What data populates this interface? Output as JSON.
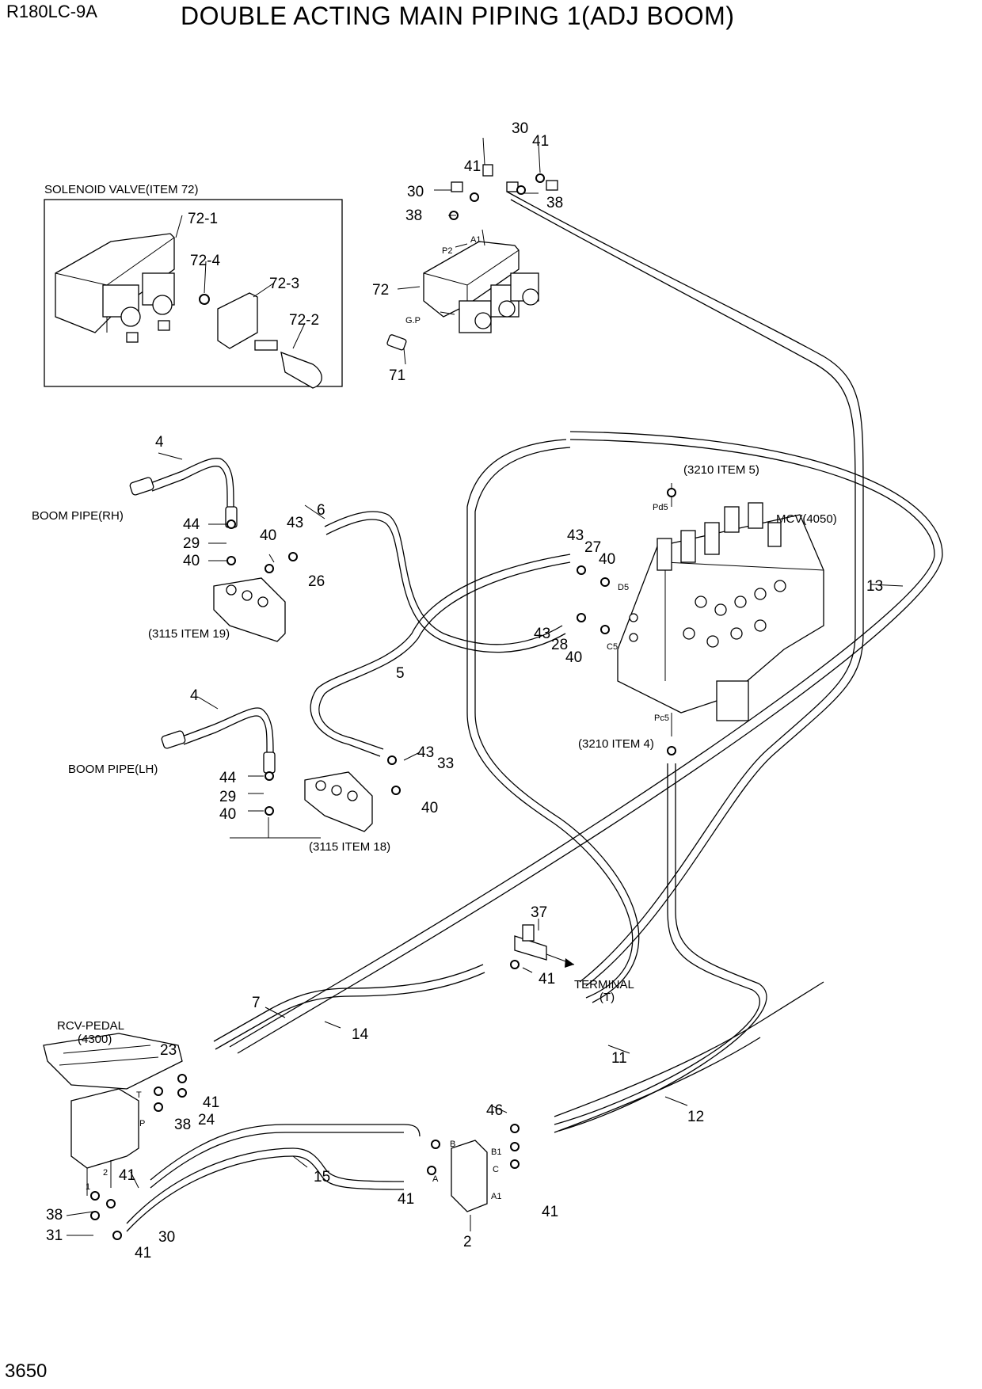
{
  "header": {
    "model": "R180LC-9A",
    "title": "DOUBLE ACTING MAIN PIPING 1(ADJ BOOM)"
  },
  "footer": {
    "page_number": "3650"
  },
  "inset": {
    "title": "SOLENOID VALVE(ITEM 72)"
  },
  "labels": {
    "boom_pipe_rh": "BOOM PIPE(RH)",
    "boom_pipe_lh": "BOOM PIPE(LH)",
    "ref_3115_19": "(3115 ITEM 19)",
    "ref_3115_18": "(3115 ITEM 18)",
    "ref_3210_5": "(3210 ITEM 5)",
    "ref_3210_4": "(3210 ITEM 4)",
    "mcv": "MCV(4050)",
    "terminal": "TERMINAL",
    "terminal_t": "(T)",
    "rcv_pedal": "RCV-PEDAL",
    "rcv_pedal_num": "(4300)"
  },
  "ports": {
    "p2": "P2",
    "a1_top": "A1",
    "gp": "G.P",
    "pd5": "Pd5",
    "d5": "D5",
    "c5": "C5",
    "pc5": "Pc5",
    "t": "T",
    "p": "P",
    "one": "1",
    "two": "2",
    "b": "B",
    "a": "A",
    "b1": "B1",
    "c": "C",
    "a1": "A1"
  },
  "callouts": {
    "c30a": "30",
    "c41a": "41",
    "c41b": "41",
    "c30b": "30",
    "c38a": "38",
    "c38b": "38",
    "c72": "72",
    "c71": "71",
    "c72_1": "72-1",
    "c72_4": "72-4",
    "c72_3": "72-3",
    "c72_2": "72-2",
    "c4a": "4",
    "c44a": "44",
    "c29a": "29",
    "c40a": "40",
    "c40b": "40",
    "c43a": "43",
    "c6": "6",
    "c26": "26",
    "c43b": "43",
    "c27": "27",
    "c40c": "40",
    "c43c": "43",
    "c28": "28",
    "c40d": "40",
    "c5": "5",
    "c13": "13",
    "c4b": "4",
    "c44b": "44",
    "c29b": "29",
    "c40e": "40",
    "c43d": "43",
    "c33": "33",
    "c40f": "40",
    "c37": "37",
    "c41c": "41",
    "c7": "7",
    "c14": "14",
    "c23": "23",
    "c41d": "41",
    "c38c": "38",
    "c24": "24",
    "c11": "11",
    "c12": "12",
    "c46": "46",
    "c15": "15",
    "c41e": "41",
    "c41f": "41",
    "c41g": "41",
    "c38d": "38",
    "c31": "31",
    "c30c": "30",
    "c41h": "41",
    "c2": "2"
  }
}
